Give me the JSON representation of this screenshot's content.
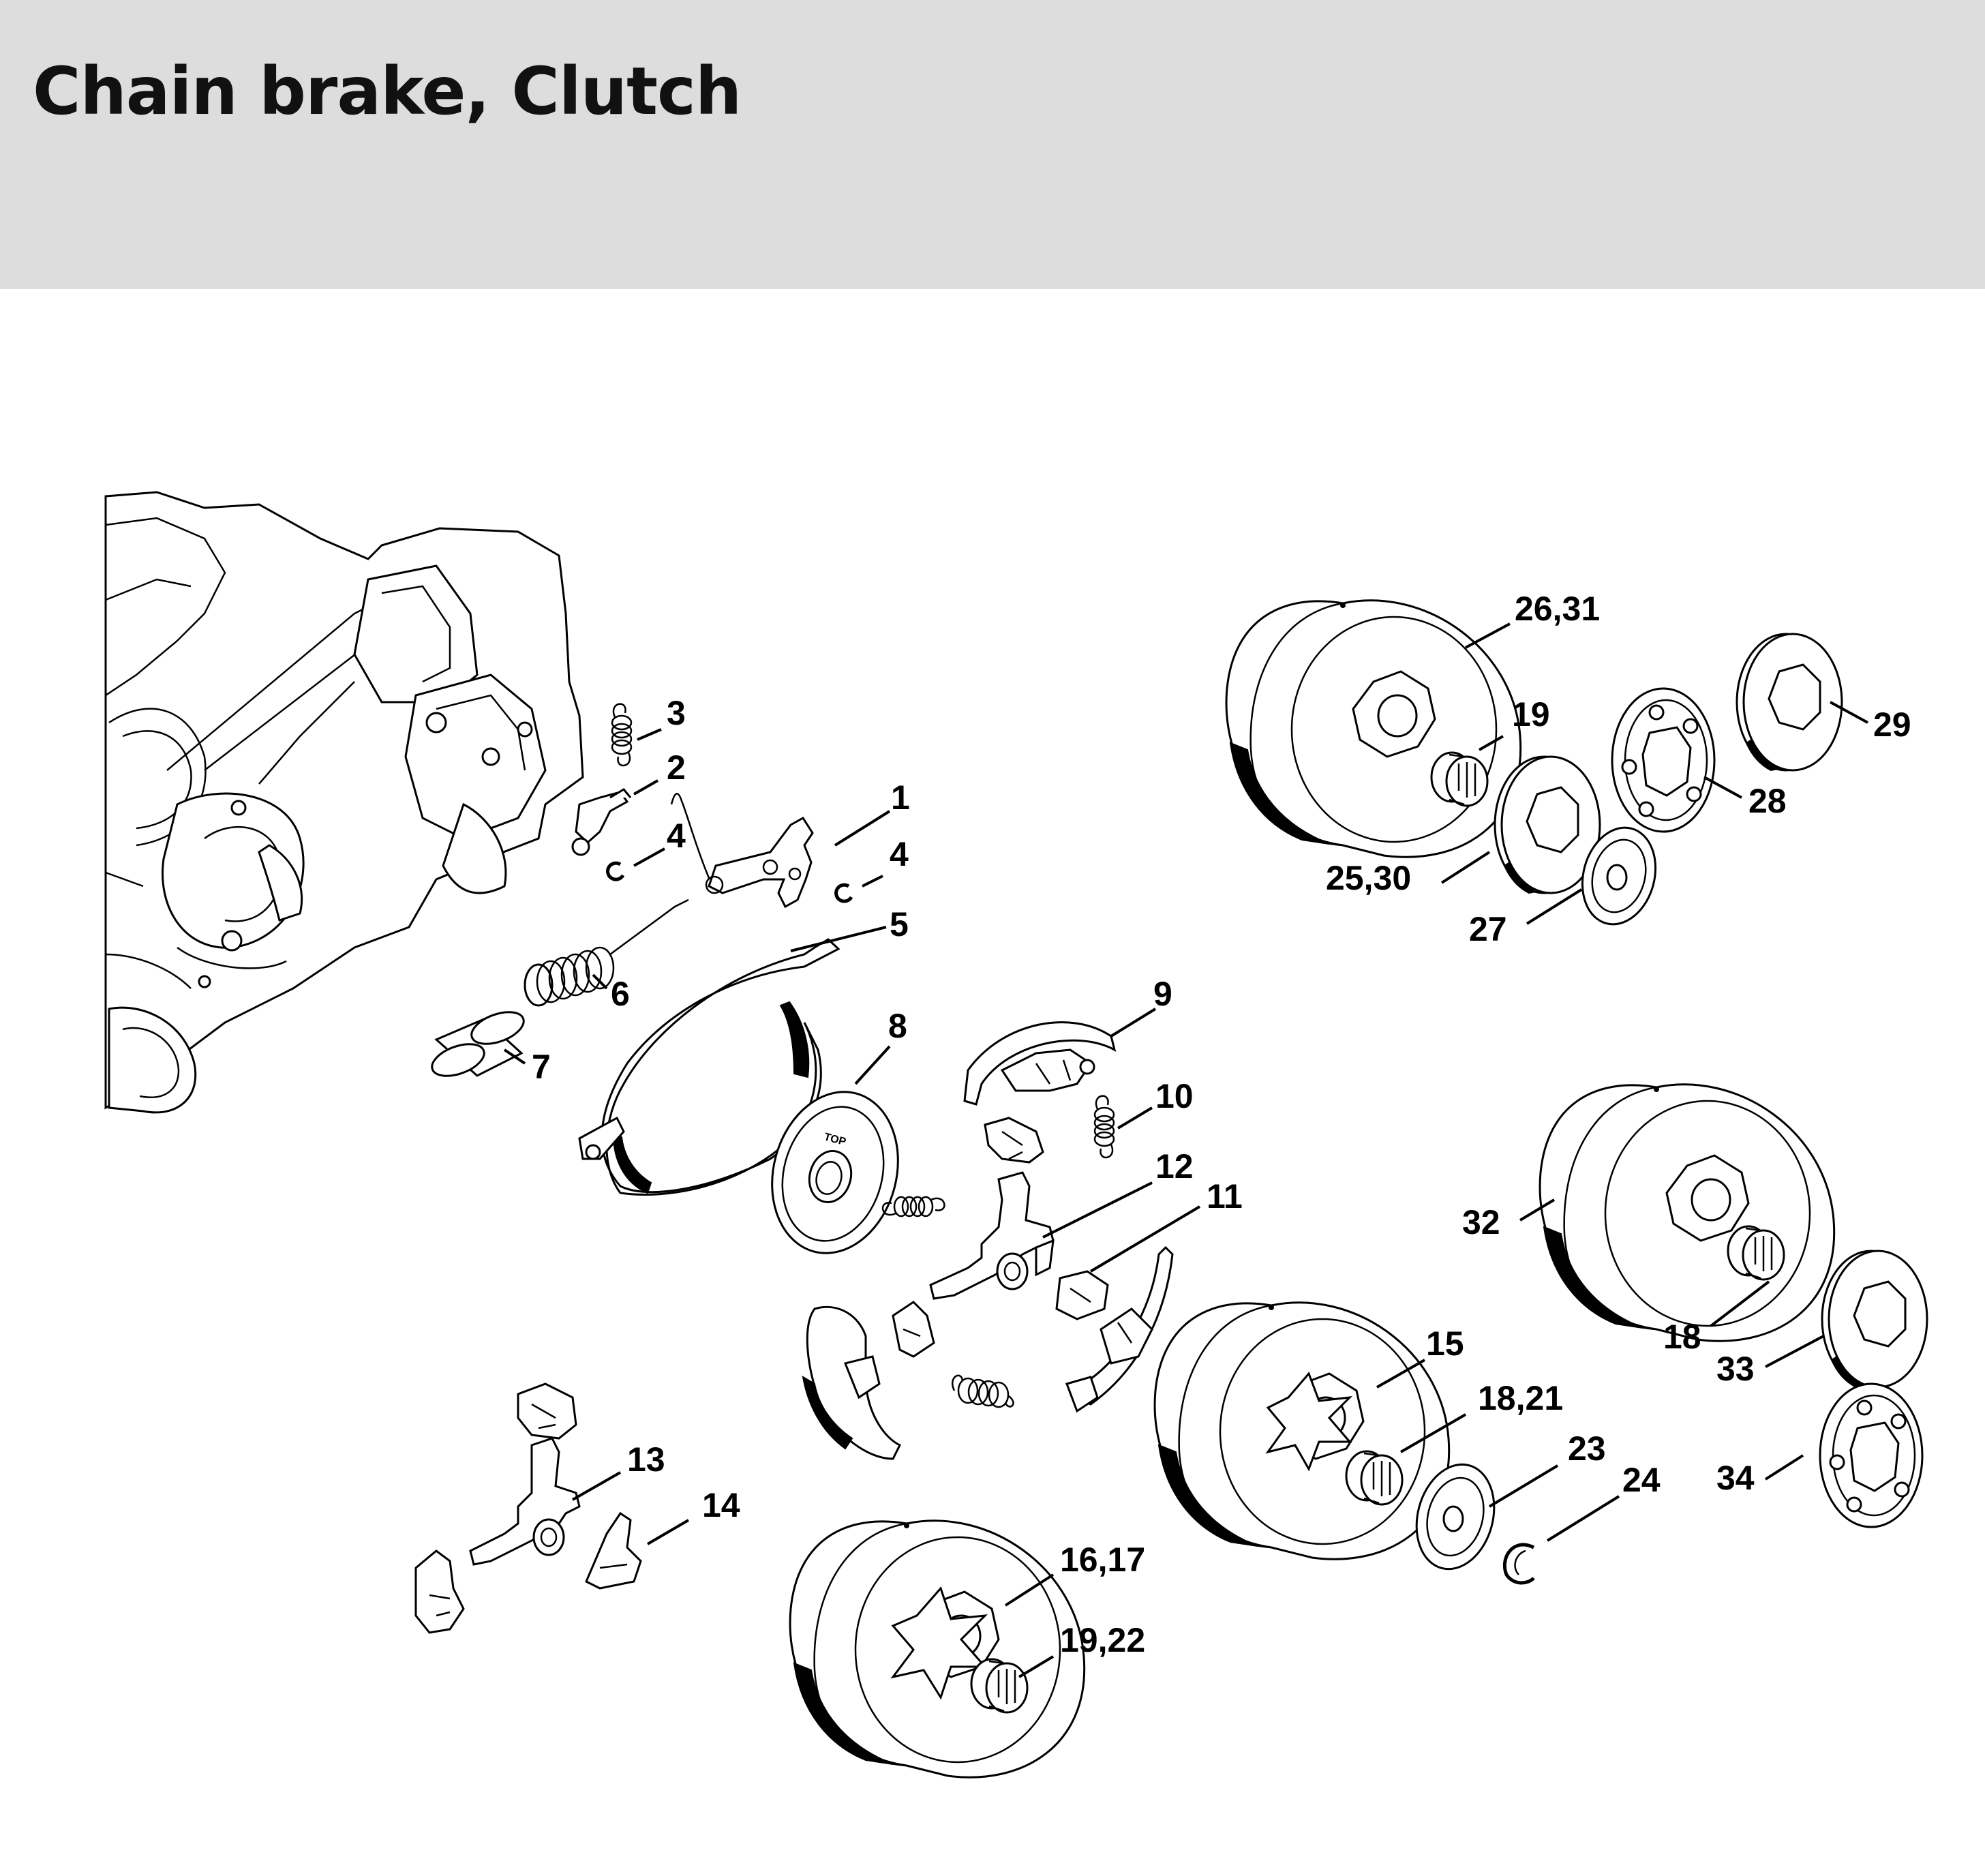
{
  "page": {
    "title": "Chain brake, Clutch",
    "header_color": "#dcdddc"
  },
  "callouts": {
    "c1": "1",
    "c2": "2",
    "c3": "3",
    "c4a": "4",
    "c4b": "4",
    "c5": "5",
    "c6": "6",
    "c7": "7",
    "c8": "8",
    "c9": "9",
    "c10": "10",
    "c11": "11",
    "c12": "12",
    "c13": "13",
    "c14": "14",
    "c15": "15",
    "c16_17": "16,17",
    "c18": "18",
    "c18_21": "18,21",
    "c19": "19",
    "c19_22": "19,22",
    "c23": "23",
    "c24": "24",
    "c25_30": "25,30",
    "c26_31": "26,31",
    "c27": "27",
    "c28": "28",
    "c29": "29",
    "c32": "32",
    "c33": "33",
    "c34": "34"
  },
  "stamped_text": {
    "top_marking": "TOP"
  }
}
